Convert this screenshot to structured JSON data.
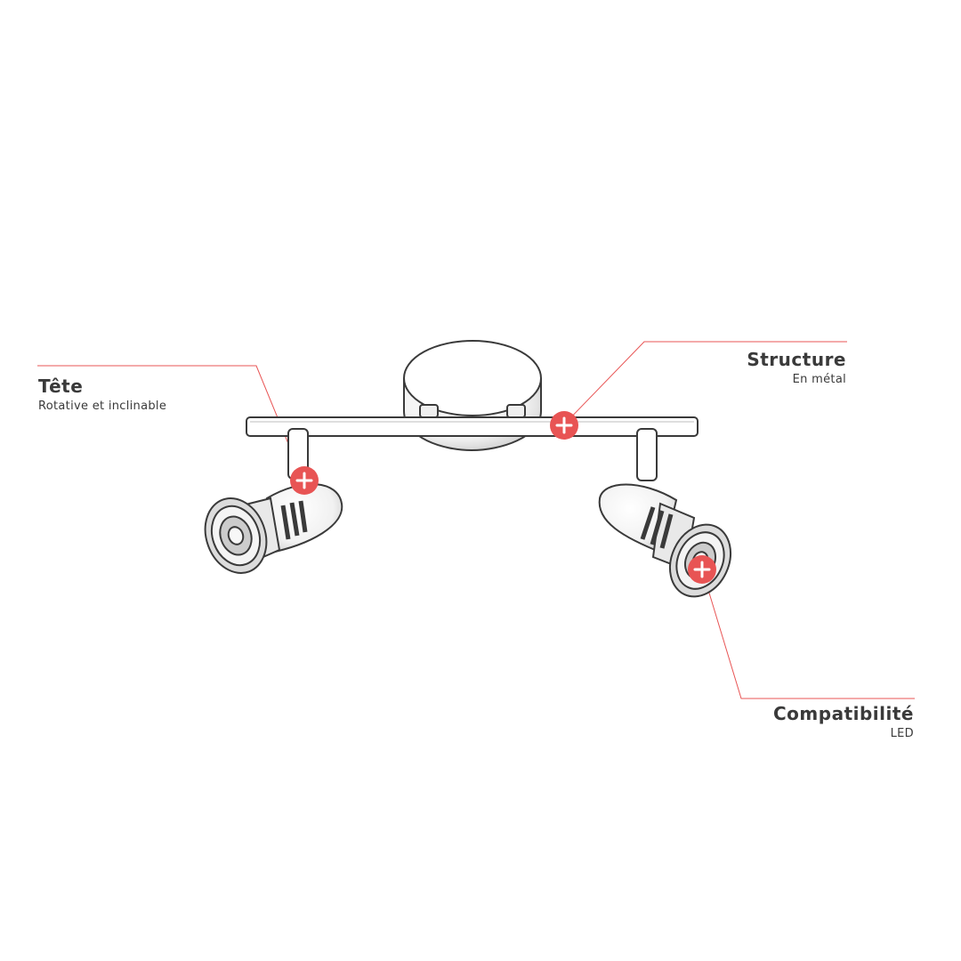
{
  "accent_color": "#e85454",
  "line_color": "#3a3a3a",
  "callouts": {
    "head": {
      "title": "Tête",
      "subtitle": "Rotative et inclinable"
    },
    "structure": {
      "title": "Structure",
      "subtitle": "En métal"
    },
    "compatibility": {
      "title": "Compatibilité",
      "subtitle": "LED"
    }
  },
  "hotspot_icon": "plus-icon"
}
